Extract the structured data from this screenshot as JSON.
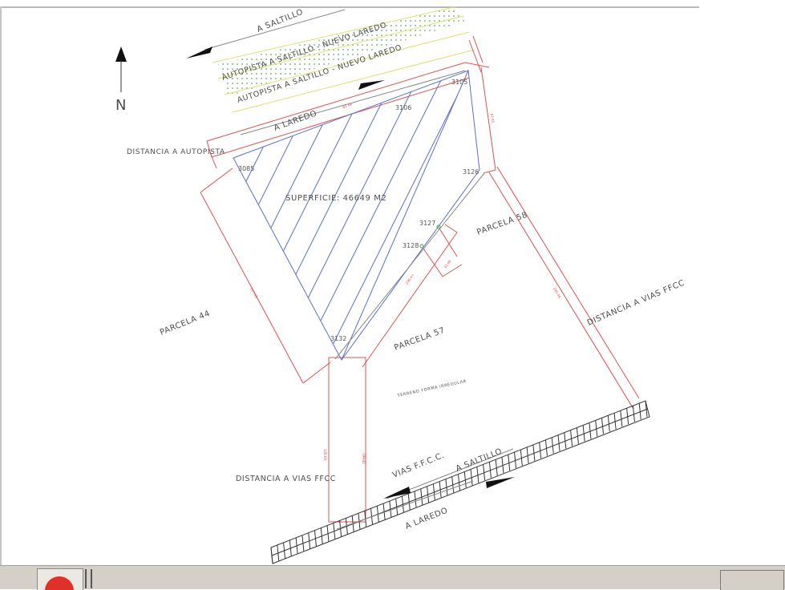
{
  "drawing": {
    "compass": "N",
    "road_top_1": "A SALTILLO",
    "highway_1": "AUTOPISTA  A SALTILLO - NUEVO LAREDO",
    "highway_2": "AUTOPISTA  A SALTILLO - NUEVO LAREDO",
    "road_top_2": "A LAREDO",
    "dist_autopista": "DISTANCIA A AUTOPISTA",
    "area": "SUPERFICIE: 46649 M2",
    "parcel_44": "PARCELA 44",
    "parcel_58": "PARCELA 58",
    "parcel_57": "PARCELA 57",
    "parcel_57_note": "TERRENO FORMA IRREGULAR",
    "dist_vias_right": "DISTANCIA A VIAS FFCC",
    "dist_vias_left": "DISTANCIA A VIAS FFCC",
    "railway": "VIAS F.F.C.C.",
    "road_bottom_1": "A SALTILLO",
    "road_bottom_2": "A LAREDO",
    "points": {
      "p3105": "3105",
      "p3106": "3106",
      "p3126": "3126",
      "p3127": "3127",
      "p3128": "3128",
      "p3085": "3085",
      "p3132": "3132"
    }
  }
}
